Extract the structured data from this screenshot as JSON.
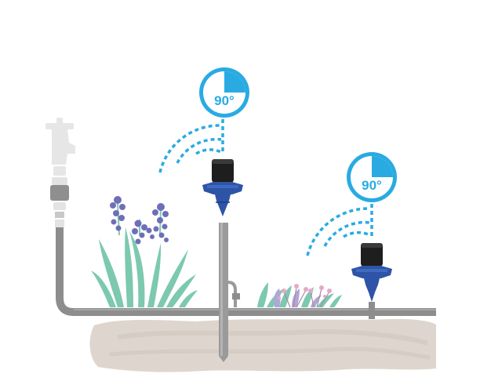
{
  "colors": {
    "accent_blue": "#29abe2",
    "sprinkler_blue": "#2d54a6",
    "sprinkler_black": "#1e1e1e",
    "pipe_grey": "#8d8d8d",
    "soil": "#d9d1ca",
    "leaf_green": "#7cc9b0",
    "flower_purple": "#6f6fb8",
    "flower_pink": "#e5a8c8"
  },
  "sprinklers": [
    {
      "id": "tall-stake-sprinkler",
      "spray_angle_label": "90°",
      "angle_degrees": 90,
      "icon": "quarter-circle-icon"
    },
    {
      "id": "low-sprinkler",
      "spray_angle_label": "90°",
      "angle_degrees": 90,
      "icon": "quarter-circle-icon"
    }
  ],
  "components": [
    "outdoor-tap-icon",
    "hose-connector-icon",
    "supply-pipe",
    "riser-stake",
    "irrigation-stake",
    "lavender-plant",
    "ground-cover-plants",
    "soil-bed"
  ]
}
